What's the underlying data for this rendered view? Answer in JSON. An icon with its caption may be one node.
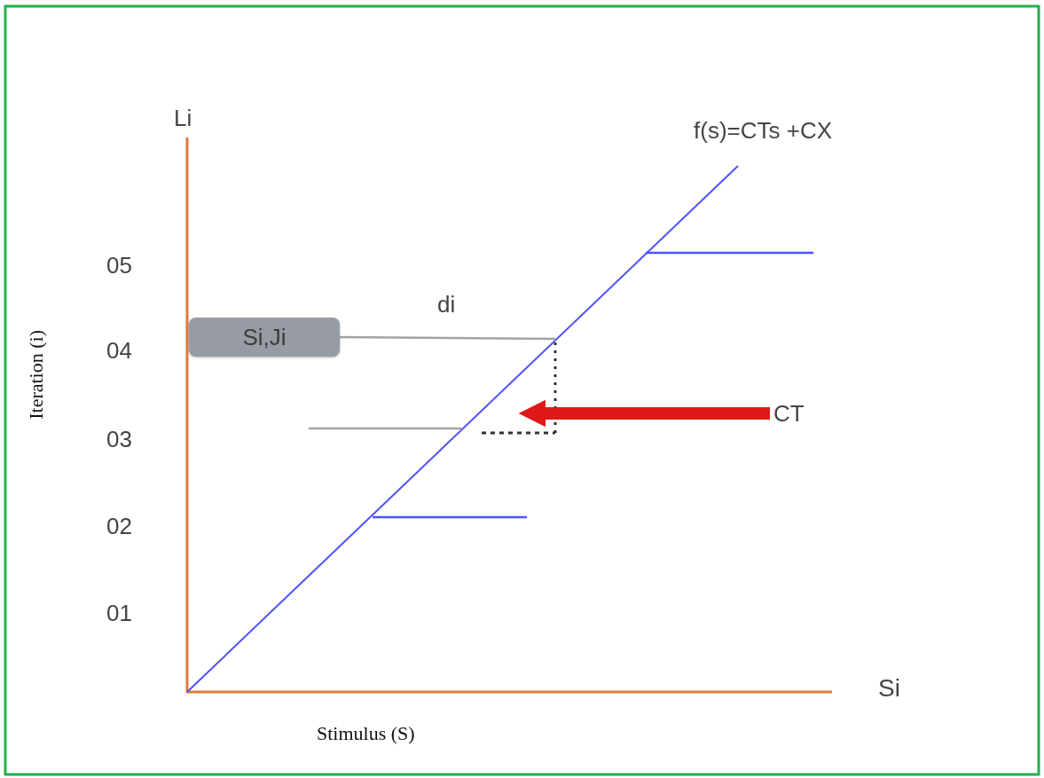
{
  "diagram": {
    "nodes": [
      {
        "text": [
          "Si,Ji"
        ]
      },
      {
        "text": [
          "CT"
        ]
      }
    ],
    "edges": [
      {
        "from": 0,
        "to": null,
        "arrow": "none",
        "label": "di"
      },
      {
        "from": 1,
        "to": null,
        "arrow": "to",
        "style": "thick",
        "color": "#e01818"
      }
    ],
    "labels": [
      "Li",
      "f(s)=CTs +CX",
      "05",
      "04",
      "03",
      "02",
      "01",
      "Iteration (i)",
      "Si",
      "Stimulus (S)"
    ]
  }
}
